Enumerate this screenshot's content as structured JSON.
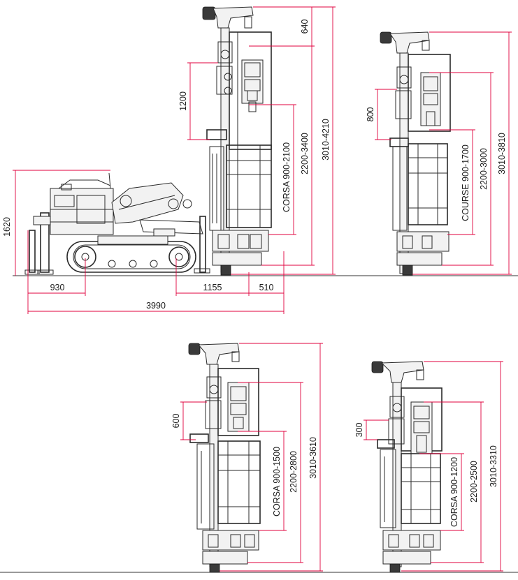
{
  "views": {
    "main": {
      "dim_height": "1620",
      "dim_930": "930",
      "dim_1155": "1155",
      "dim_510": "510",
      "dim_3990": "3990",
      "dim_1200": "1200",
      "dim_corsa": "CORSA 900-2100",
      "dim_2200": "2200-3400",
      "dim_3010": "3010-4210",
      "dim_640": "640"
    },
    "top_right": {
      "dim_800": "800",
      "dim_course": "COURSE 900-1700",
      "dim_2200": "2200-3000",
      "dim_3010": "3010-3810"
    },
    "bottom_left": {
      "dim_600": "600",
      "dim_corsa": "CORSA 900-1500",
      "dim_2200": "2200-2800",
      "dim_3010": "3010-3610"
    },
    "bottom_right": {
      "dim_300": "300",
      "dim_corsa": "CORSA 900-1200",
      "dim_2200": "2200-2500",
      "dim_3010": "3010-3310"
    }
  },
  "colors": {
    "dimension_lines": "#e0003c",
    "machine_lines": "#2a2a2a",
    "background": "#ffffff"
  }
}
